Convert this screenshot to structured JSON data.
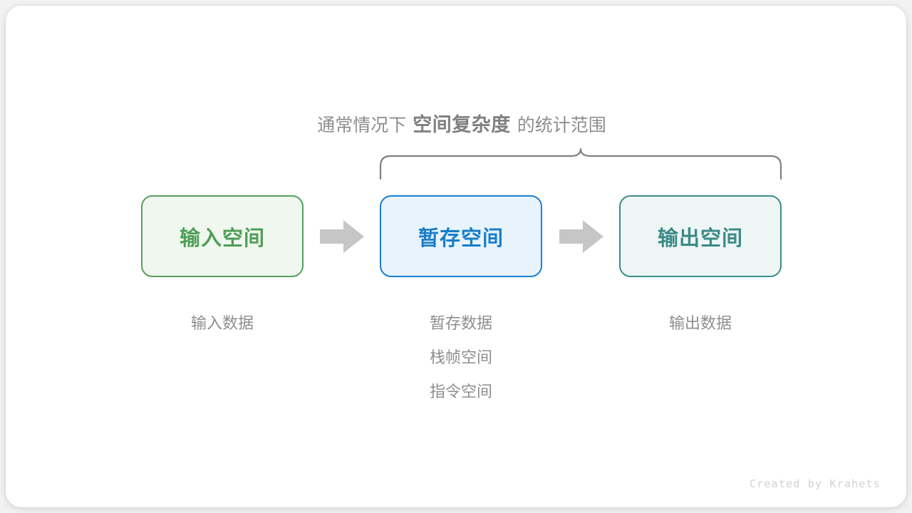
{
  "caption": {
    "prefix": "通常情况下",
    "emphasis": "空间复杂度",
    "suffix": "的统计范围"
  },
  "boxes": [
    {
      "title": "输入空间",
      "accent": "#4f9e57",
      "fill": "#f0f7ef",
      "border": "#56a05a"
    },
    {
      "title": "暂存空间",
      "accent": "#1a7ec8",
      "fill": "#e8f4fd",
      "border": "#1a7fd4"
    },
    {
      "title": "输出空间",
      "accent": "#3a8a87",
      "fill": "#eef6f5",
      "border": "#3c8c89"
    }
  ],
  "arrows": [
    {
      "name": "arrow-input-to-temp",
      "color": "#c6c6c6"
    },
    {
      "name": "arrow-temp-to-output",
      "color": "#c6c6c6"
    }
  ],
  "labels": {
    "input": [
      "输入数据"
    ],
    "temp": [
      "暂存数据",
      "栈帧空间",
      "指令空间"
    ],
    "output": [
      "输出数据"
    ]
  },
  "brace": {
    "icon": "curly-brace-up",
    "color": "#808080",
    "spans": [
      "暂存空间",
      "输出空间"
    ]
  },
  "credit": "Created by Krahets",
  "colors": {
    "page_background": "#f2f2f2",
    "card_background": "#ffffff",
    "muted_text": "#8e8e8e",
    "credit_text": "#d2d2d2"
  }
}
